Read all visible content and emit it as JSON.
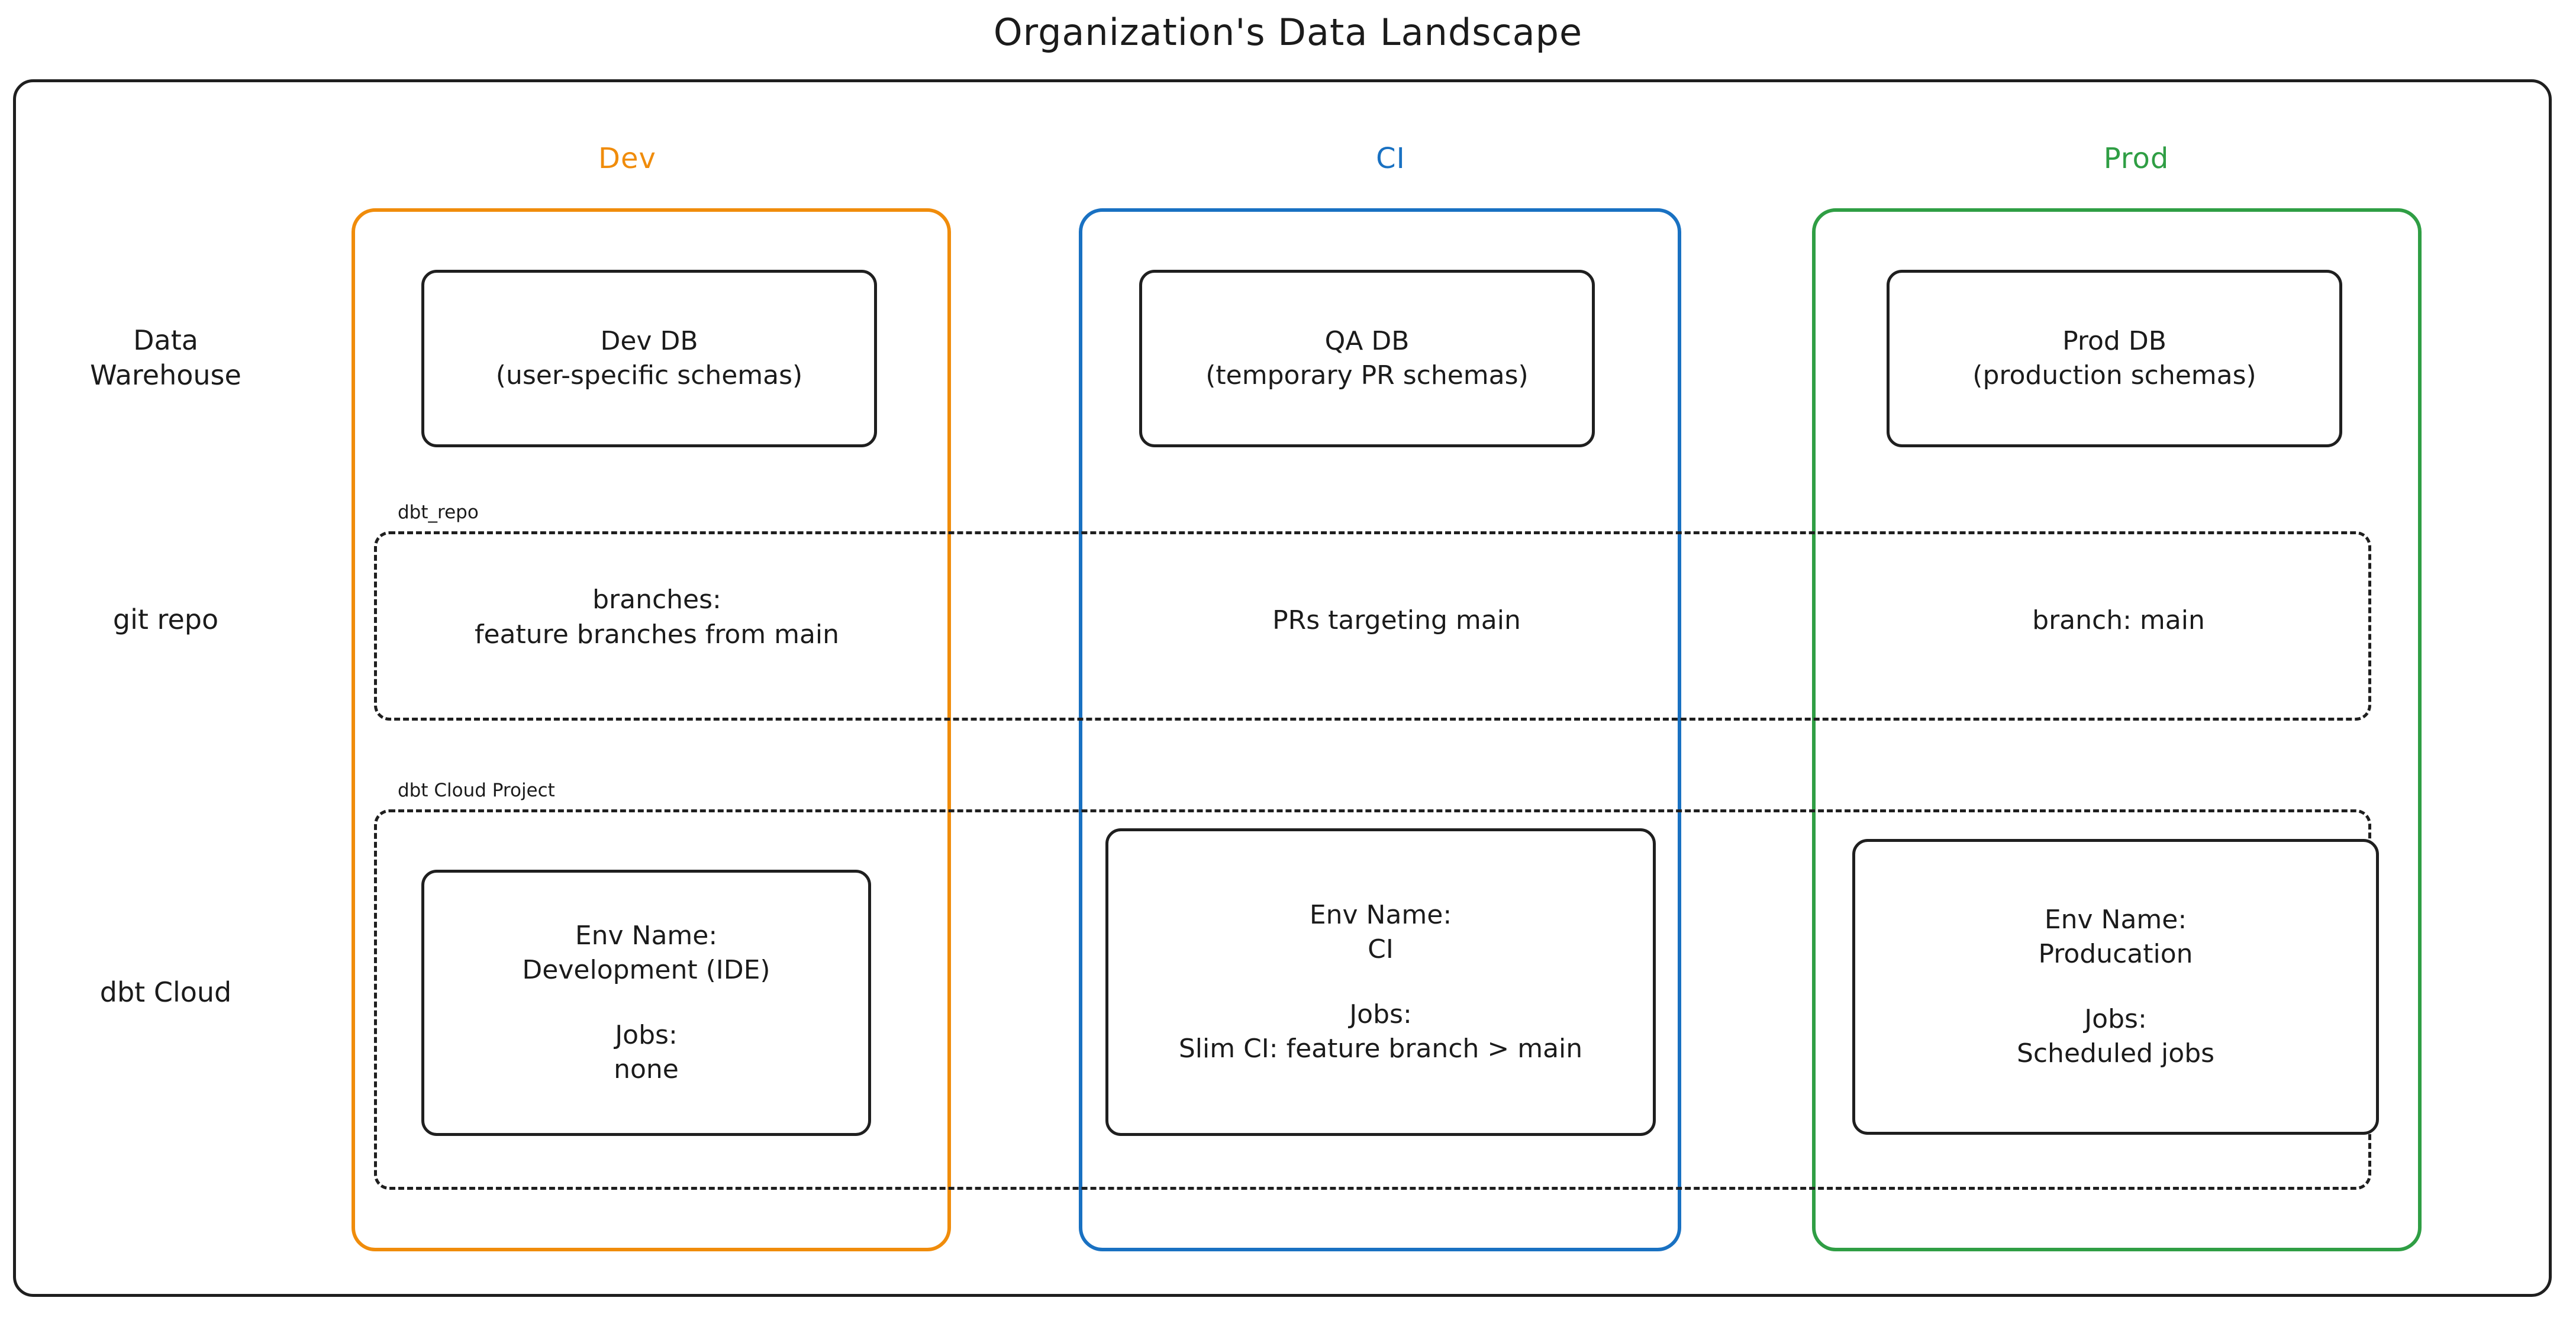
{
  "title": "Organization's Data Landscape",
  "colors": {
    "dev": "#F08C0B",
    "ci": "#1971C2",
    "prod": "#2F9E44",
    "frame": "#1F1F1F",
    "text": "#1B1B1B"
  },
  "row_labels": {
    "data_warehouse": "Data\nWarehouse",
    "git_repo": "git repo",
    "dbt_cloud": "dbt Cloud"
  },
  "environments": [
    {
      "key": "dev",
      "label": "Dev",
      "color": "#F08C0B"
    },
    {
      "key": "ci",
      "label": "CI",
      "color": "#1971C2"
    },
    {
      "key": "prod",
      "label": "Prod",
      "color": "#2F9E44"
    }
  ],
  "clusters": {
    "repo_label": "dbt_repo",
    "project_label": "dbt Cloud Project"
  },
  "data_warehouse": {
    "dev": "Dev DB\n(user-specific schemas)",
    "ci": "QA DB\n(temporary PR schemas)",
    "prod": "Prod DB\n(production schemas)"
  },
  "git_repo": {
    "dev": "branches:\nfeature branches from main",
    "ci": "PRs targeting main",
    "prod": "branch: main"
  },
  "dbt_cloud": {
    "dev": {
      "env_name": "Env Name:\nDevelopment (IDE)",
      "jobs": "Jobs:\nnone"
    },
    "ci": {
      "env_name": "Env Name:\nCI",
      "jobs": "Jobs:\nSlim CI: feature branch > main"
    },
    "prod": {
      "env_name": "Env Name:\nProducation",
      "jobs": "Jobs:\nScheduled jobs"
    }
  }
}
